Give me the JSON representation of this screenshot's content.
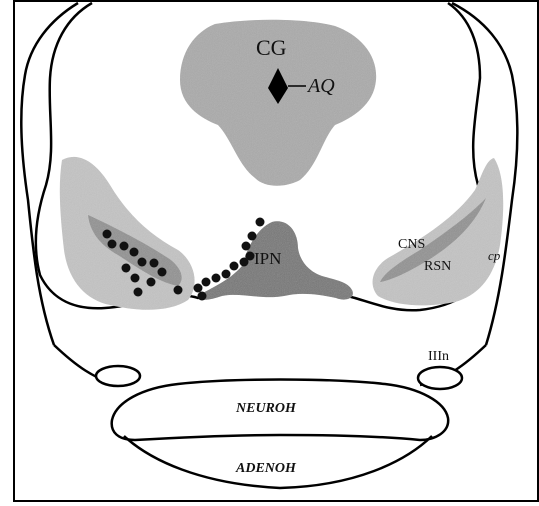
{
  "labels": {
    "cg": "CG",
    "aq": "AQ",
    "ipn": "IPN",
    "cns": "CNS",
    "rsn": "RSN",
    "cp": "cp",
    "iiin": "IIIn",
    "neuroh": "NEUROH",
    "adenoh": "ADENOH"
  },
  "colors": {
    "outline": "#000000",
    "grey_light": "#c9c9c9",
    "grey_mid": "#a6a6a6",
    "grey_dark": "#6e6e6e",
    "dot": "#111111"
  }
}
